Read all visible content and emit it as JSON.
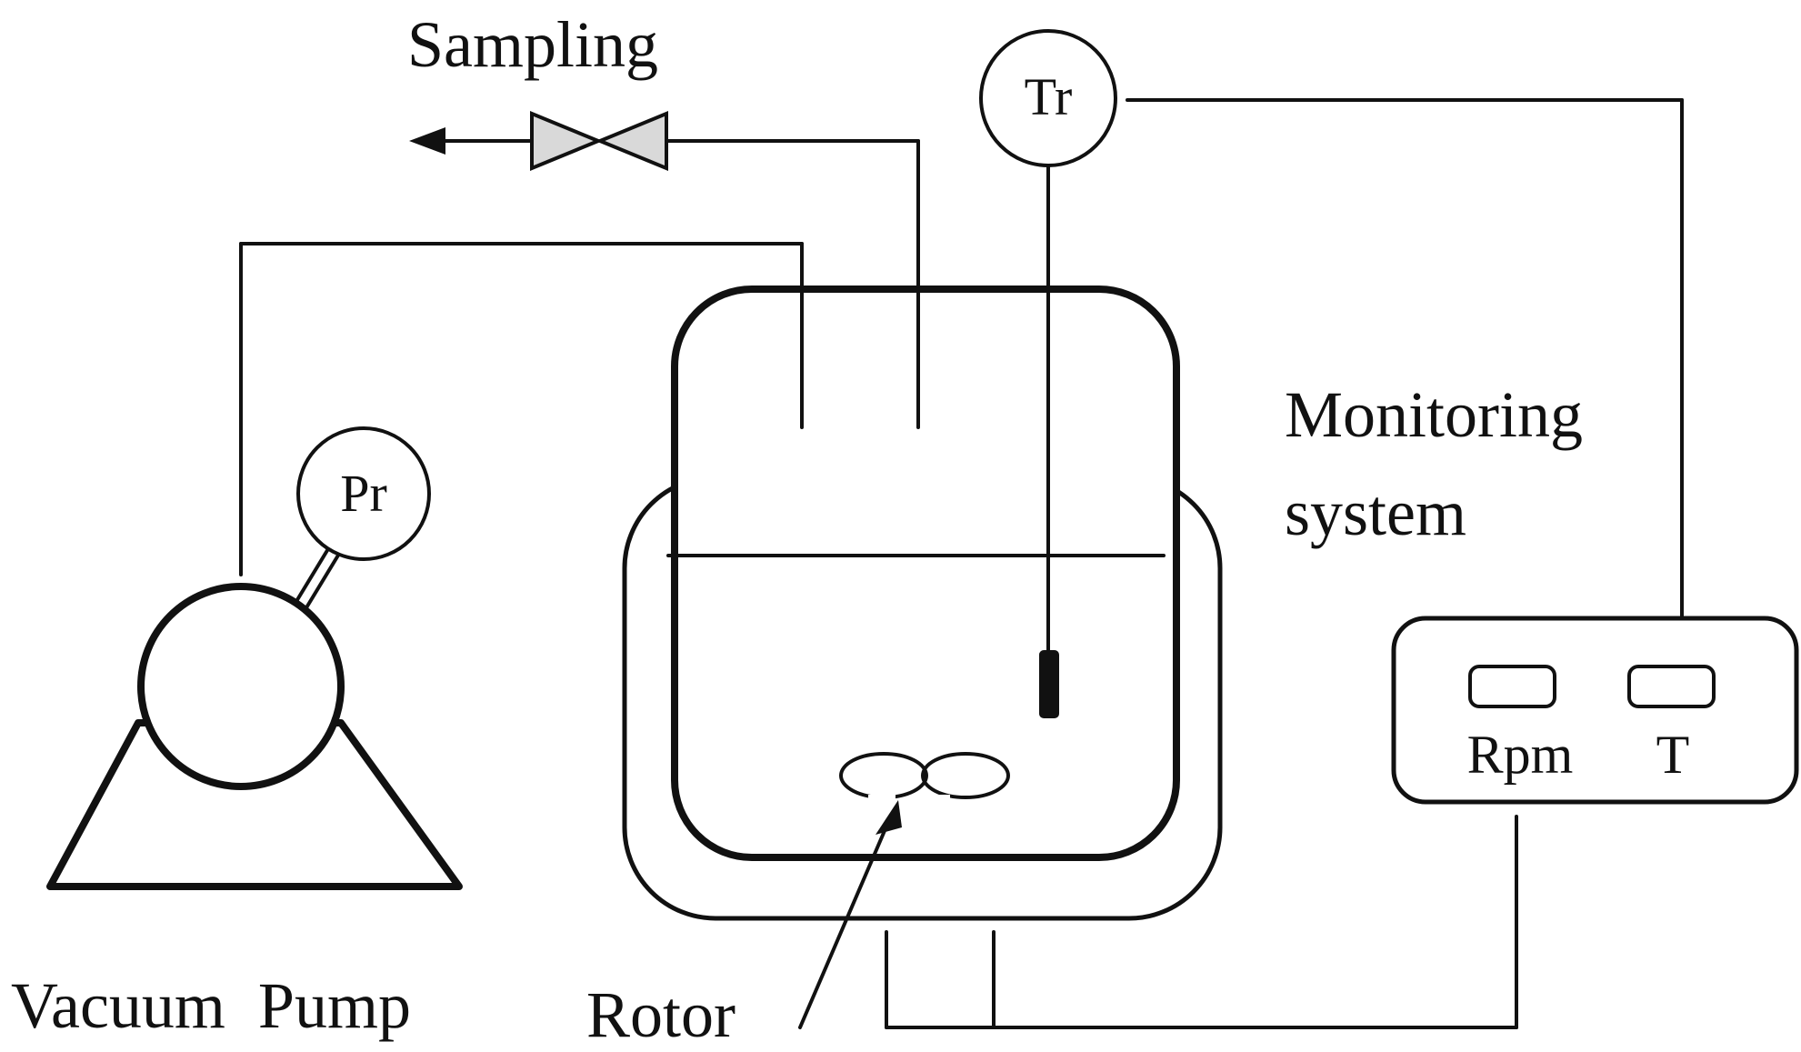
{
  "labels": {
    "sampling": "Sampling",
    "temperature_gauge": "Tr",
    "pressure_gauge": "Pr",
    "monitoring_line1": "Monitoring",
    "monitoring_line2": "system",
    "rpm": "Rpm",
    "temperature": "T",
    "vacuum_pump": "Vacuum  Pump",
    "rotor": "Rotor"
  },
  "colors": {
    "line": "#111111",
    "valve_fill": "#d9d9d9",
    "background": "#ffffff"
  }
}
